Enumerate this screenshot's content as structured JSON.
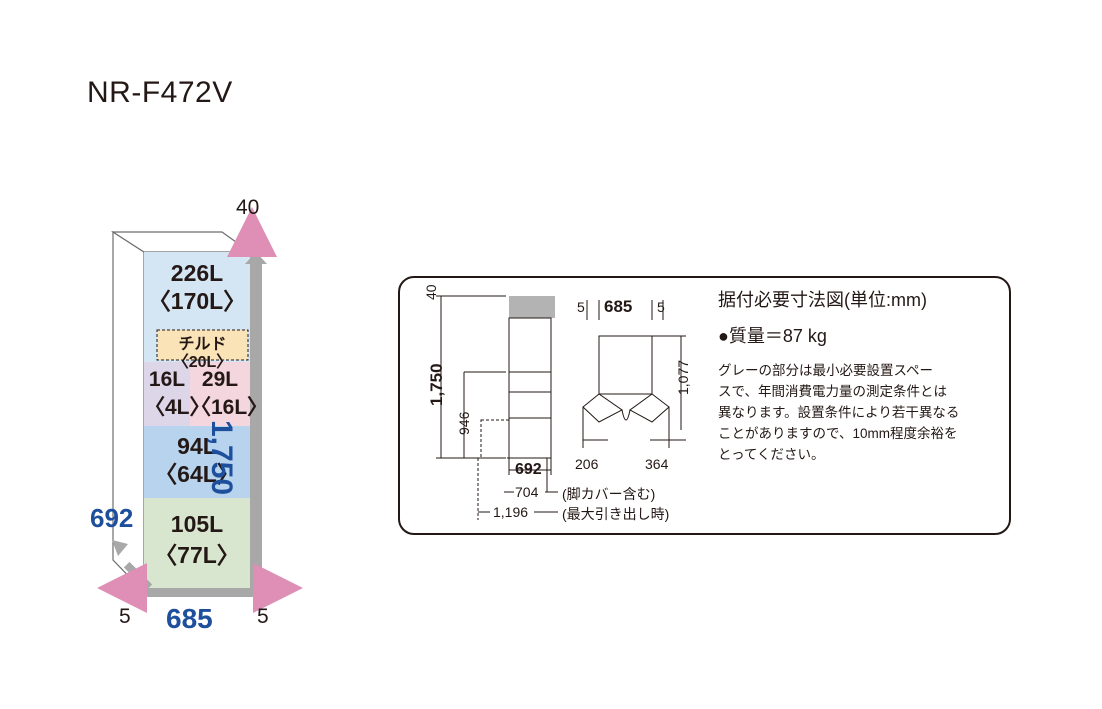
{
  "model": "NR-F472V",
  "fridge": {
    "top_clearance": "40",
    "height": "1,750",
    "width": "685",
    "depth": "692",
    "left_clearance": "5",
    "right_clearance": "5",
    "compartments": {
      "fridge_total": "226L",
      "fridge_storage": "〈170L〉",
      "chilled": "チルド〈20L〉",
      "left_mid": "16L",
      "left_mid_storage": "〈4L〉",
      "right_mid": "29L",
      "right_mid_storage": "〈16L〉",
      "freezer": "94L",
      "freezer_storage": "〈64L〉",
      "vegetable": "105L",
      "vegetable_storage": "〈77L〉"
    },
    "colors": {
      "fridge": "#d4e6f4",
      "chilled": "#fbe3b8",
      "left_mid": "#ddd5e8",
      "right_mid": "#f3d6de",
      "freezer": "#b7d3ee",
      "vegetable": "#d8e6cf",
      "arrow_pink": "#df8fb6",
      "body_gray": "#a8a8a8",
      "blue_text": "#1d4f9c"
    }
  },
  "panel": {
    "title": "据付必要寸法図(単位:mm)",
    "weight": "●質量＝87 kg",
    "note_lines": [
      "グレーの部分は最小必要設置スペー",
      "スで、年間消費電力量の測定条件とは",
      "異なります。設置条件により若干異なる",
      "ことがありますので、10mm程度余裕を",
      "とってください。"
    ],
    "side_view": {
      "top": "40",
      "height": "1,750",
      "lower": "946",
      "depth": "692",
      "depth_with_leg_cover": "704",
      "leg_cover_note": "(脚カバー含む)",
      "depth_max_drawer": "1,196",
      "max_drawer_note": "(最大引き出し時)"
    },
    "top_view": {
      "left_gap": "5",
      "width": "685",
      "right_gap": "5",
      "height": "1,077",
      "left_door": "206",
      "right_door": "364"
    }
  }
}
